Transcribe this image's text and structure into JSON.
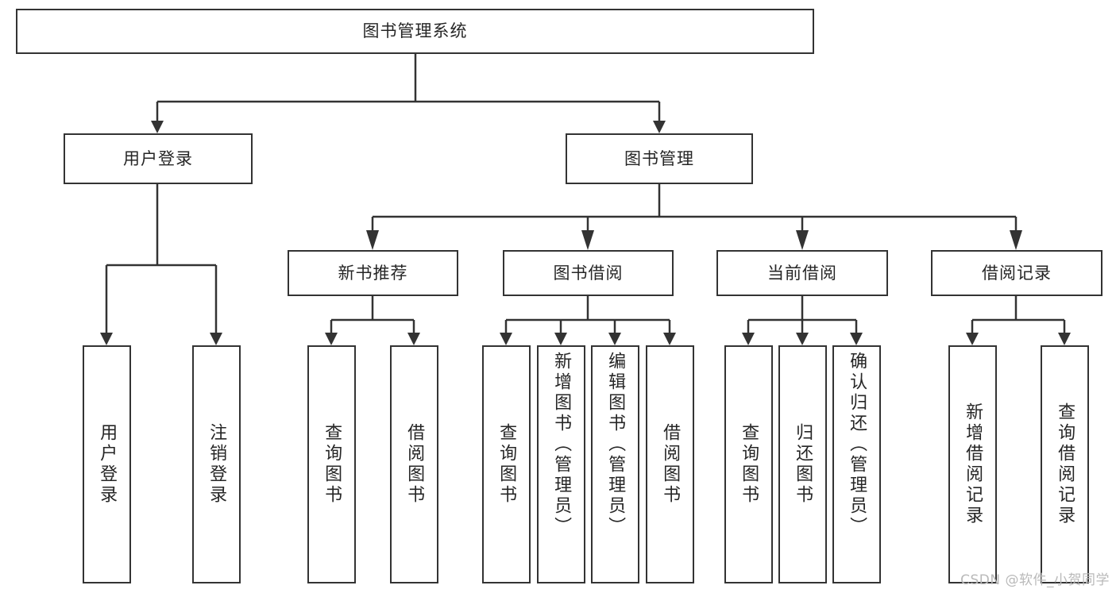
{
  "diagram": {
    "type": "tree",
    "title": "图书管理系统",
    "watermark": "CSDN @软件_小贺同学",
    "accent_color": "#333333",
    "background_color": "#ffffff",
    "root": {
      "label": "图书管理系统",
      "children": [
        {
          "label": "用户登录",
          "children": [
            {
              "label": "用户登录"
            },
            {
              "label": "注销登录"
            }
          ]
        },
        {
          "label": "图书管理",
          "children": [
            {
              "label": "新书推荐",
              "children": [
                {
                  "label": "查询图书"
                },
                {
                  "label": "借阅图书"
                }
              ]
            },
            {
              "label": "图书借阅",
              "children": [
                {
                  "label": "查询图书"
                },
                {
                  "label": "新增图书（管理员）"
                },
                {
                  "label": "编辑图书（管理员）"
                },
                {
                  "label": "借阅图书"
                }
              ]
            },
            {
              "label": "当前借阅",
              "children": [
                {
                  "label": "查询图书"
                },
                {
                  "label": "归还图书"
                },
                {
                  "label": "确认归还（管理员）"
                }
              ]
            },
            {
              "label": "借阅记录",
              "children": [
                {
                  "label": "新增借阅记录"
                },
                {
                  "label": "查询借阅记录"
                }
              ]
            }
          ]
        }
      ]
    },
    "nodes": {
      "root": {
        "label": "图书管理系统"
      },
      "user_login": {
        "label": "用户登录"
      },
      "book_manage": {
        "label": "图书管理"
      },
      "new_book": {
        "label": "新书推荐"
      },
      "book_borrow": {
        "label": "图书借阅"
      },
      "current_borrow": {
        "label": "当前借阅"
      },
      "borrow_record": {
        "label": "借阅记录"
      },
      "leaf_user_login": {
        "label": "用户登录"
      },
      "leaf_logout": {
        "label": "注销登录"
      },
      "leaf_nb_query": {
        "label": "查询图书"
      },
      "leaf_nb_borrow": {
        "label": "借阅图书"
      },
      "leaf_bb_query": {
        "label": "查询图书"
      },
      "leaf_bb_add": {
        "label": "新增图书（管理员）"
      },
      "leaf_bb_edit": {
        "label": "编辑图书（管理员）"
      },
      "leaf_bb_borrow": {
        "label": "借阅图书"
      },
      "leaf_cb_query": {
        "label": "查询图书"
      },
      "leaf_cb_return": {
        "label": "归还图书"
      },
      "leaf_cb_confirm": {
        "label": "确认归还（管理员）"
      },
      "leaf_br_add": {
        "label": "新增借阅记录"
      },
      "leaf_br_query": {
        "label": "查询借阅记录"
      }
    }
  }
}
